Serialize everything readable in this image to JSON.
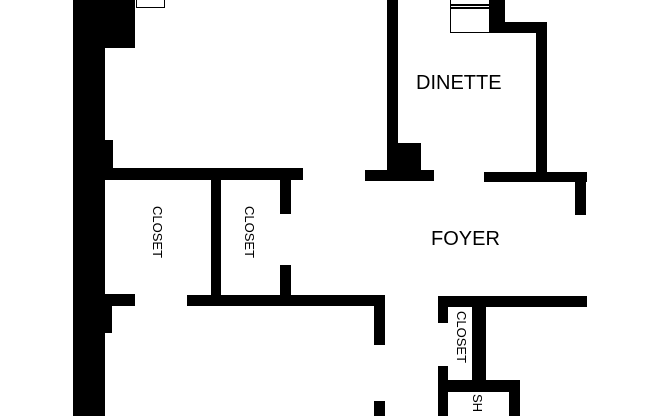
{
  "plan": {
    "wall_color": "#000000",
    "background": "#ffffff",
    "rooms": {
      "dinette": "DINETTE",
      "foyer": "FOYER",
      "closet_left": "CLOSET",
      "closet_middle": "CLOSET",
      "closet_right": "CLOSET",
      "shower_partial": "SH"
    }
  }
}
